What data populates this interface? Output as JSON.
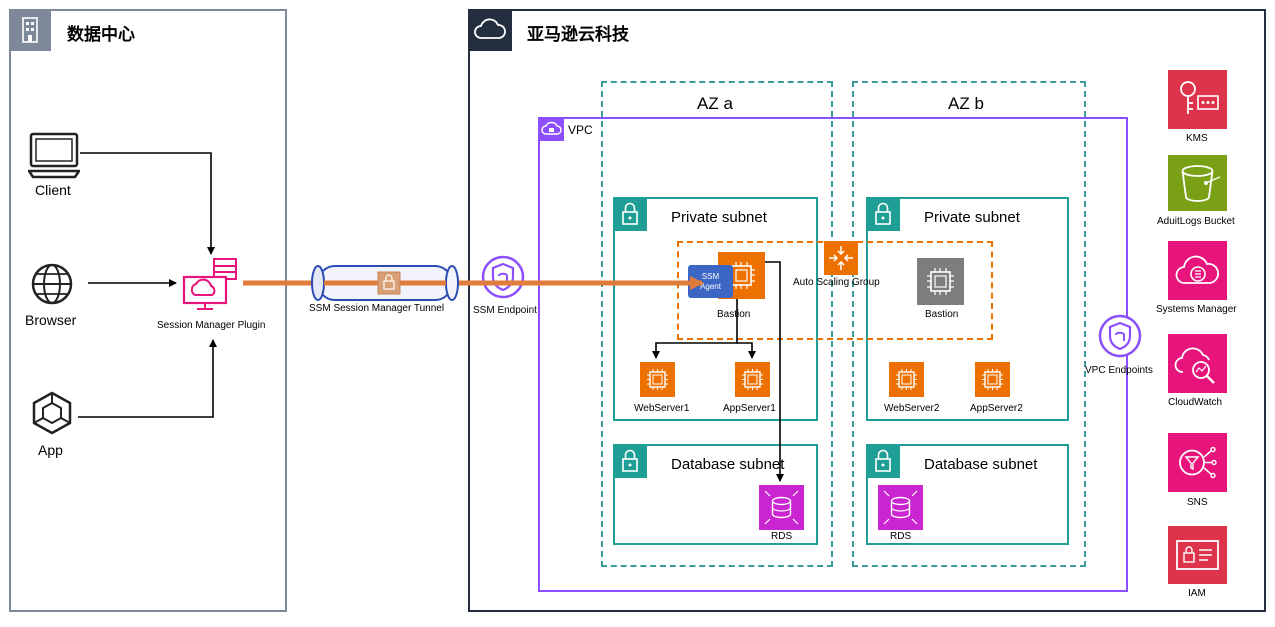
{
  "datacenter": {
    "title": "数据中心",
    "client": "Client",
    "browser": "Browser",
    "app": "App",
    "plugin": "Session Manager Plugin"
  },
  "tunnel": {
    "label": "SSM Session Manager Tunnel"
  },
  "endpoint": {
    "label": "SSM Endpoint"
  },
  "cloud": {
    "title": "亚马逊云科技"
  },
  "vpc": {
    "label": "VPC",
    "endpoints_label": "VPC Endpoints"
  },
  "az_a": {
    "title": "AZ a",
    "private_subnet": "Private subnet",
    "ssm_agent": "SSM Agent",
    "bastion": "Bastion",
    "web": "WebServer1",
    "app": "AppServer1",
    "db_subnet": "Database subnet",
    "rds": "RDS"
  },
  "az_b": {
    "title": "AZ b",
    "private_subnet": "Private subnet",
    "bastion": "Bastion",
    "web": "WebServer2",
    "app": "AppServer2",
    "db_subnet": "Database subnet",
    "rds": "RDS"
  },
  "asg": {
    "label": "Auto Scaling Group"
  },
  "services": [
    {
      "label": "KMS",
      "icon": "kms-icon"
    },
    {
      "label": "AduitLogs Bucket",
      "icon": "s3-bucket-icon"
    },
    {
      "label": "Systems Manager",
      "icon": "systems-manager-icon"
    },
    {
      "label": "CloudWatch",
      "icon": "cloudwatch-icon"
    },
    {
      "label": "SNS",
      "icon": "sns-icon"
    },
    {
      "label": "IAM",
      "icon": "iam-icon"
    }
  ],
  "colors": {
    "datacenter_border": "#7d8998",
    "cloud_border": "#232f3e",
    "vpc": "#8c4fff",
    "az_dash": "#3b9b9b",
    "subnet": "#248814",
    "subnet_teal": "#1e9e95",
    "compute": "#ed7100",
    "compute_grey": "#7d7d7d",
    "rds": "#c925d1",
    "security_red": "#dd344c",
    "storage_green": "#7aa116",
    "mgmt_pink": "#e7157b",
    "plugin_pink": "#e7157b",
    "agent_blue": "#3b66c4",
    "tunnel_orange": "#e07b39"
  }
}
